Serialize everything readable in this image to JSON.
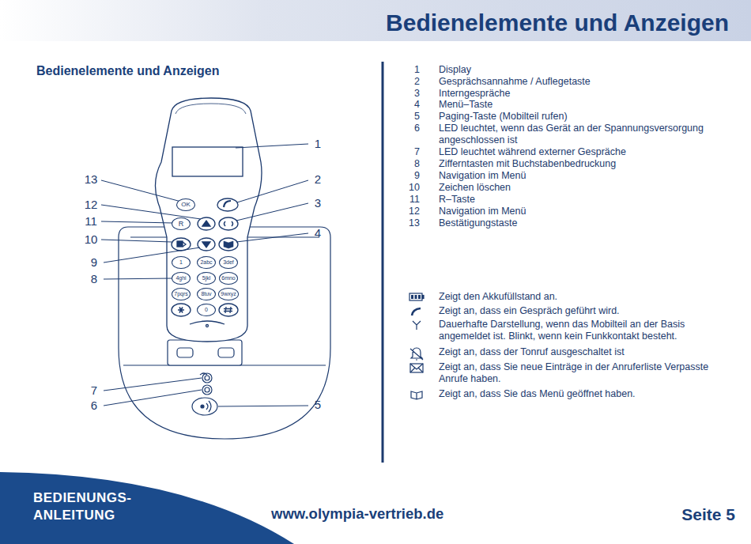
{
  "diagram": {
    "title": "Bedienelemente und Anzeigen",
    "nodes": [
      {
        "text": [
          "OK"
        ]
      },
      {
        "text": [
          "R"
        ]
      },
      {
        "text": [
          "1"
        ]
      },
      {
        "text": [
          "2abc"
        ]
      },
      {
        "text": [
          "3def"
        ]
      },
      {
        "text": [
          "4ghi"
        ]
      },
      {
        "text": [
          "5jkl"
        ]
      },
      {
        "text": [
          "6mno"
        ]
      },
      {
        "text": [
          "7pqrs"
        ]
      },
      {
        "text": [
          "8tuv"
        ]
      },
      {
        "text": [
          "9wxyz"
        ]
      },
      {
        "text": [
          "0"
        ]
      },
      {
        "text": [
          "BEDIENUNGS- ANLEITUNG"
        ]
      }
    ],
    "labels": [
      "Bedienelemente und Anzeigen",
      "1",
      "2",
      "3",
      "4",
      "5",
      "6",
      "7",
      "8",
      "9",
      "10",
      "11",
      "12",
      "13",
      "1",
      "Display",
      "2",
      "Gesprächsannahme / Auflegetaste",
      "3",
      "Interngespräche",
      "4",
      "Menü–Taste",
      "5",
      "Paging-Taste (Mobilteil rufen)",
      "6",
      "LED leuchtet, wenn das Gerät an der Spannungsversorgung angeschlossen ist",
      "7",
      "LED leuchtet während externer Gespräche",
      "8",
      "Zifferntasten mit Buchstabenbedruckung",
      "9",
      "Navigation im Menü",
      "10",
      "Zeichen löschen",
      "11",
      "R–Taste",
      "12",
      "Navigation im Menü",
      "13",
      "Bestätigungstaste",
      "www.olympia-vertrieb.de",
      "Seite 5"
    ],
    "legend": [
      {
        "text": "Zeigt den Akkufüllstand an."
      },
      {
        "text": "Zeigt an, dass ein Gespräch geführt wird."
      },
      {
        "text": "Dauerhafte Darstellung, wenn das Mobilteil an der Basis angemeldet ist. Blinkt, wenn kein Funkkontakt besteht."
      },
      {
        "text": "Zeigt an, dass der Tonruf ausgeschaltet ist"
      },
      {
        "text": "Zeigt an, dass Sie neue Einträge in der Anruferliste Verpasste Anrufe haben."
      },
      {
        "text": "Zeigt an, dass Sie das Menü geöffnet haben."
      }
    ]
  }
}
